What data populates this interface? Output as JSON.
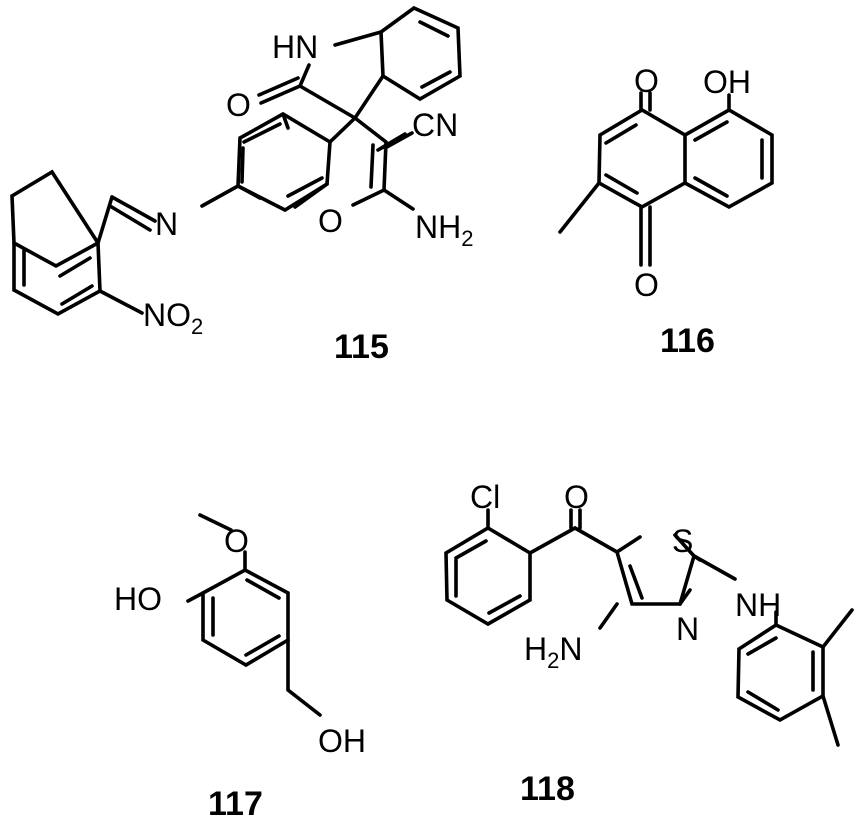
{
  "compounds": [
    {
      "id": "115",
      "atoms": {
        "nh": "HN",
        "o_carbonyl": "O",
        "cn": "CN",
        "o_ring": "O",
        "nh2_main": "NH",
        "nh2_sub": "2",
        "n_imine": "N",
        "no2_main": "NO",
        "no2_sub": "2"
      }
    },
    {
      "id": "116",
      "atoms": {
        "oh": "OH",
        "o_top": "O",
        "o_bottom": "O"
      }
    },
    {
      "id": "117",
      "atoms": {
        "o_methoxy": "O",
        "ho": "HO",
        "oh": "OH"
      }
    },
    {
      "id": "118",
      "atoms": {
        "cl": "Cl",
        "o": "O",
        "s": "S",
        "nh": "NH",
        "n": "N",
        "h2n_main": "H",
        "h2n_sub": "2",
        "h2n_end": "N"
      }
    }
  ]
}
